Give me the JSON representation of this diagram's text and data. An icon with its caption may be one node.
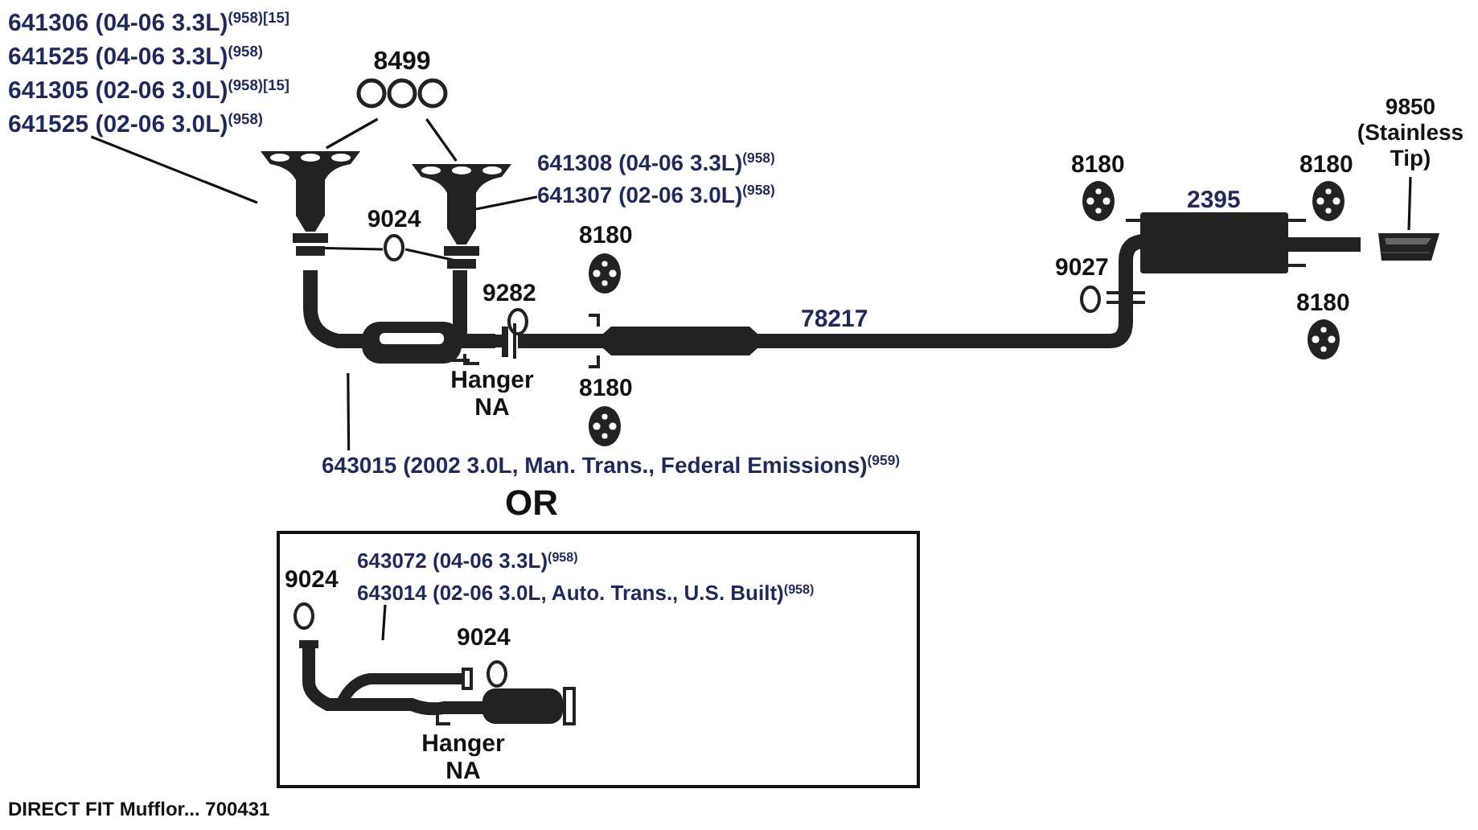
{
  "diagram": {
    "nodes": [
      {
        "text": [
          "641306 (04-06 3.3L)$^{(958)[15]}$",
          "641525 (04-06 3.3L)$^{(958)}$",
          "641305 (02-06 3.0L)$^{(958)[15]}$",
          "641525 (02-06 3.0L)$^{(958)}$"
        ]
      },
      {
        "text": [
          "8499"
        ]
      },
      {
        "text": [],
        "shape": "picture"
      },
      {
        "text": [],
        "shape": "picture"
      },
      {
        "text": [
          "641308 (04-06 3.3L)$^{(958)}$",
          "641307 (02-06 3.0L)$^{(958)}$"
        ]
      },
      {
        "text": [
          "9024"
        ]
      },
      {
        "text": [],
        "shape": "picture",
        "beside": [
          "Hanger NA"
        ]
      },
      {
        "text": [
          "643015 (2002 3.0L, Man. Trans., Federal Emissions)$^{(959)}$"
        ]
      },
      {
        "text": [
          "9850",
          "(Stainless Tip)"
        ]
      },
      {
        "text": [],
        "shape": "picture"
      },
      {
        "text": [
          "OR"
        ]
      },
      {
        "text": [
          "643072 (04-06 3.3L)$^{(958)}$",
          "643014 (02-06 3.0L, Auto. Trans., U.S. Built)$^{(958)}$"
        ],
        "in": 10
      },
      {
        "text": [],
        "shape": "picture",
        "in": 10,
        "beside": [
          "Hanger NA"
        ]
      }
    ],
    "edges": [
      {
        "from": 0,
        "to": 2,
        "arrow": "none"
      },
      {
        "from": 1,
        "to": 2,
        "arrow": "none"
      },
      {
        "from": 1,
        "to": 3,
        "arrow": "none"
      },
      {
        "from": 4,
        "to": 3,
        "arrow": "none"
      },
      {
        "from": 5,
        "to": 2,
        "arrow": "none"
      },
      {
        "from": 5,
        "to": 3,
        "arrow": "none"
      },
      {
        "from": 7,
        "to": 6,
        "arrow": "none"
      },
      {
        "from": 8,
        "to": 9,
        "arrow": "none"
      },
      {
        "from": 11,
        "to": 12,
        "arrow": "none"
      }
    ],
    "labels": [
      "9282",
      "8180",
      "8180",
      "78217",
      "8180",
      "2395",
      "8180",
      "9027",
      "8180",
      "9024",
      "9024",
      "DIRECT FIT Mufflor... 700431"
    ]
  }
}
